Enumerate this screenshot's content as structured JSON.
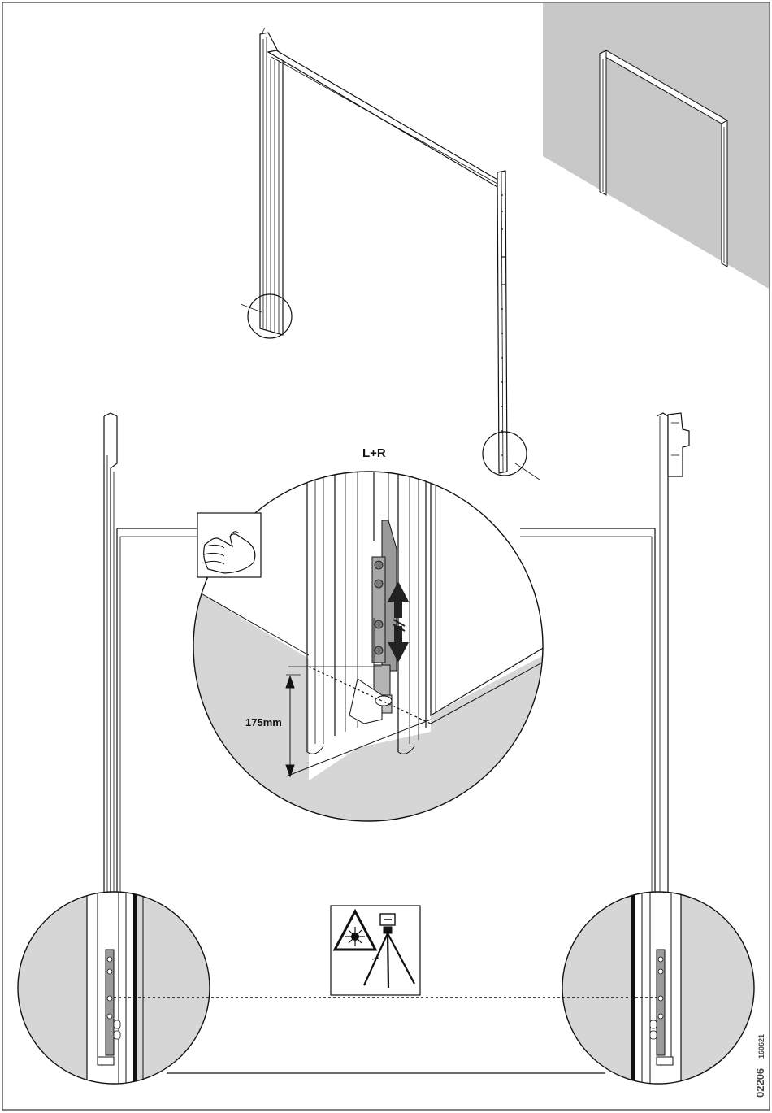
{
  "labels": {
    "side": "L+R",
    "dimension": "175mm",
    "doc_number": "02206",
    "doc_date": "160621"
  },
  "colors": {
    "shade": "#d6d6d6",
    "line": "#111111",
    "wall": "#c8c8c8"
  },
  "icons": [
    "hand-tighten-icon",
    "laser-warning-icon",
    "laser-level-tripod-icon"
  ]
}
